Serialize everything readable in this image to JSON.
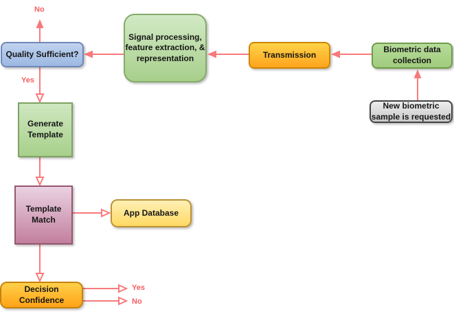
{
  "diagram": {
    "type": "flowchart",
    "topic": "Biometric system data flow",
    "background_color": "#ffffff",
    "arrow_color": "#f8797b",
    "edge_label_color": "#f75d60"
  },
  "nodes": {
    "quality": {
      "label": "Quality Sufficient?",
      "shape": "rounded-rect",
      "fill_top": "#c0d3ef",
      "fill_bottom": "#9cb8e2",
      "border": "#6f87b8"
    },
    "signal": {
      "label": "Signal processing,\nfeature extraction, &\nrepresentation",
      "shape": "rounded-rect",
      "fill_top": "#d2e9c5",
      "fill_bottom": "#a8cf8c",
      "border": "#84ab69"
    },
    "transmission": {
      "label": "Transmission",
      "shape": "rounded-rect",
      "fill_top": "#ffd348",
      "fill_bottom": "#ffa41d",
      "border": "#cd8600"
    },
    "biometric": {
      "label": "Biometric data\ncollection",
      "shape": "rounded-rect",
      "fill_top": "#b7dc9b",
      "fill_bottom": "#a0cb7c",
      "border": "#6f9b49"
    },
    "new_sample": {
      "label": "New biometric\nsample is requested",
      "shape": "rounded-rect",
      "fill_top": "#ededed",
      "fill_bottom": "#c8c8c8",
      "border": "#424242"
    },
    "generate": {
      "label": "Generate\nTemplate",
      "shape": "rect",
      "fill_top": "#cfe7c0",
      "fill_bottom": "#a7d08b",
      "border": "#7fa263"
    },
    "template_match": {
      "label": "Template\nMatch",
      "shape": "rect",
      "fill_top": "#ead2e1",
      "fill_bottom": "#c27f9e",
      "border": "#96566f"
    },
    "app_db": {
      "label": "App Database",
      "shape": "rounded-rect",
      "fill_top": "#fff0b5",
      "fill_bottom": "#ffd963",
      "border": "#bd9136"
    },
    "decision": {
      "label": "Decision\nConfidence",
      "shape": "rounded-rect",
      "fill_top": "#ffd04a",
      "fill_bottom": "#ffa318",
      "border": "#c8830a"
    }
  },
  "edge_labels": {
    "quality_no": "No",
    "quality_yes": "Yes",
    "decision_yes": "Yes",
    "decision_no": "No"
  },
  "edges": [
    {
      "from": "new_sample",
      "to": "biometric",
      "head": "filled"
    },
    {
      "from": "biometric",
      "to": "transmission",
      "head": "filled"
    },
    {
      "from": "transmission",
      "to": "signal",
      "head": "filled"
    },
    {
      "from": "signal",
      "to": "quality",
      "head": "filled"
    },
    {
      "from": "quality",
      "to": "No",
      "head": "filled"
    },
    {
      "from": "quality",
      "to": "generate",
      "head": "open",
      "label": "Yes"
    },
    {
      "from": "generate",
      "to": "template_match",
      "head": "open"
    },
    {
      "from": "template_match",
      "to": "app_db",
      "head": "open"
    },
    {
      "from": "template_match",
      "to": "decision",
      "head": "open"
    },
    {
      "from": "decision",
      "to": "Yes",
      "head": "open"
    },
    {
      "from": "decision",
      "to": "No",
      "head": "open"
    }
  ]
}
